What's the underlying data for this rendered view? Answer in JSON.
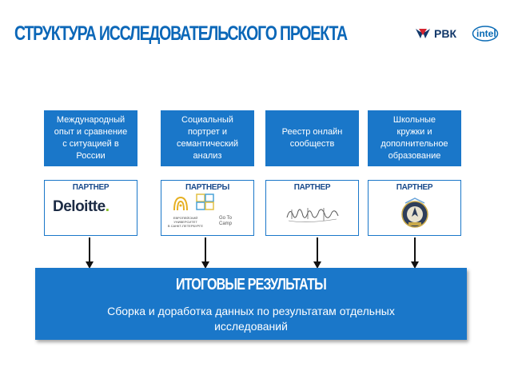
{
  "title": "СТРУКТУРА ИССЛЕДОВАТЕЛЬСКОГО ПРОЕКТА",
  "logos": {
    "rvk": "РВК",
    "intel": "intel",
    "deloitte": "Deloitte",
    "eusp_text": "ЕВРОПЕЙСКИЙ\nУНИВЕРСИТЕТ\nВ САНКТ-ПЕТЕРБУРГЕ",
    "gotocamp_text": "Go To\nCamp"
  },
  "topics": [
    {
      "text": "Международный\nопыт и сравнение\nс ситуацией в\nРоссии",
      "partner_label": "ПАРТНЕР"
    },
    {
      "text": "Социальный\nпортрет и\nсемантический\nанализ",
      "partner_label": "ПАРТНЕРЫ"
    },
    {
      "text": "Реестр онлайн\nсообществ",
      "partner_label": "ПАРТНЕР"
    },
    {
      "text": "Школьные\nкружки и\nдополнительное\nобразование",
      "partner_label": "ПАРТНЕР"
    }
  ],
  "result": {
    "title": "ИТОГОВЫЕ РЕЗУЛЬТАТЫ",
    "text": "Сборка и доработка данных по результатам отдельных\nисследований"
  },
  "colors": {
    "accent": "#1a77c9",
    "title": "#0b67b8",
    "partner_label": "#1a4b8c"
  }
}
